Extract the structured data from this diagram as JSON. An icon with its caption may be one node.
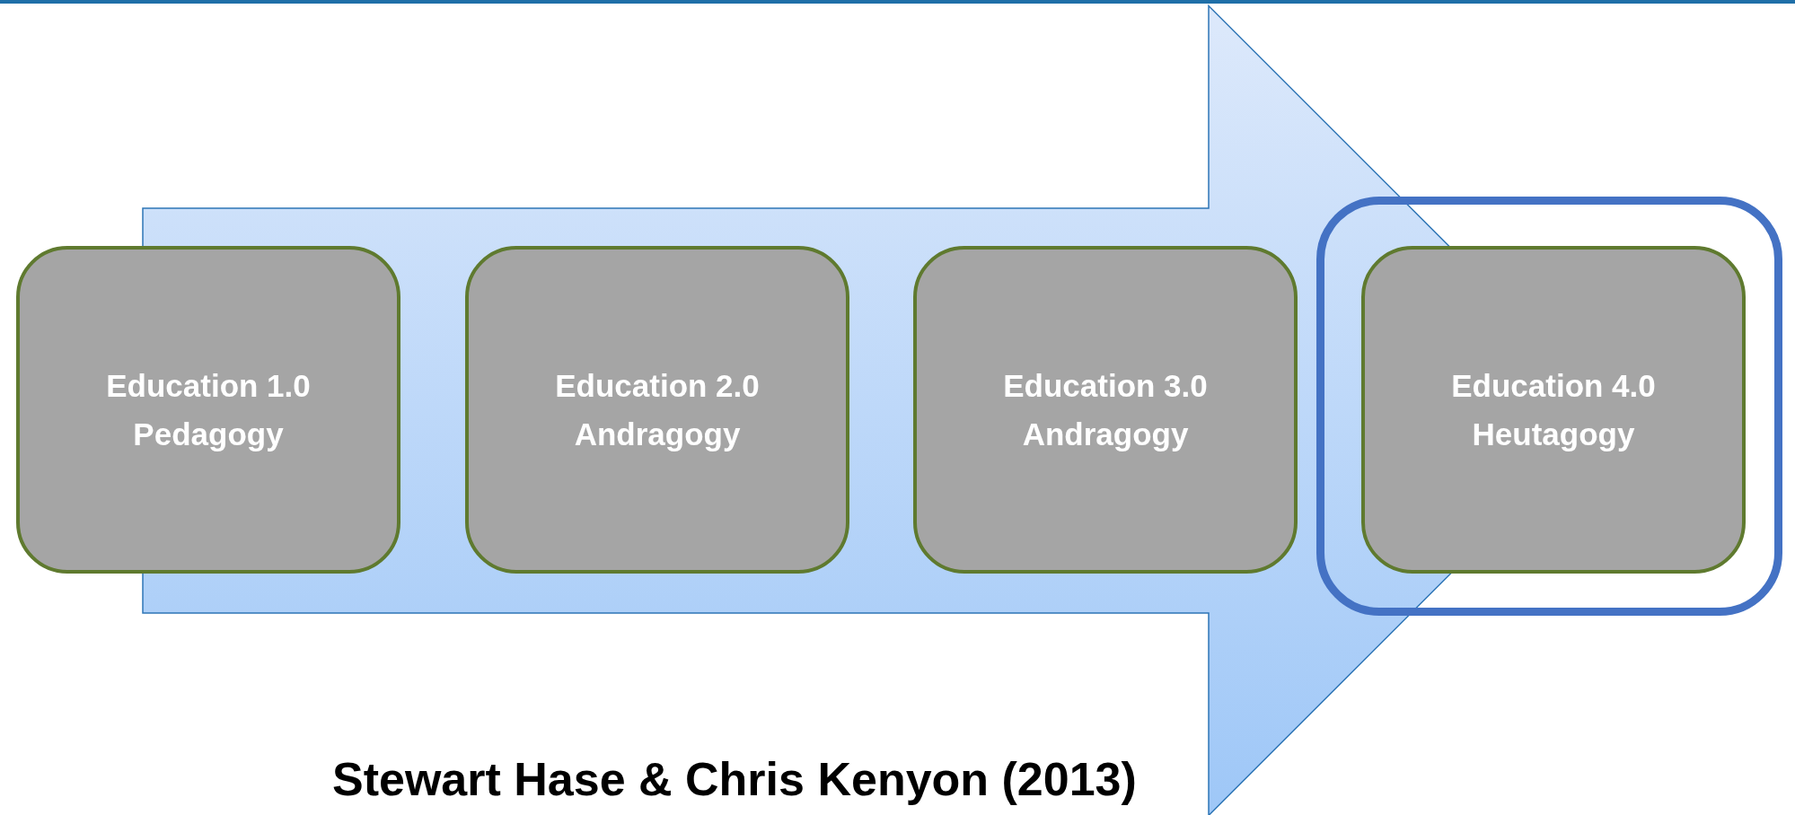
{
  "diagram": {
    "caption": "Stewart Hase & Chris Kenyon (2013)",
    "nodes": [
      {
        "text": [
          "Education 1.0",
          "Pedagogy"
        ]
      },
      {
        "text": [
          "Education 2.0",
          "Andragogy"
        ]
      },
      {
        "text": [
          "Education 3.0",
          "Andragogy"
        ]
      },
      {
        "text": [],
        "shape": "box"
      },
      {
        "text": [
          "Education 4.0",
          "Heutagogy"
        ],
        "in": 3
      }
    ],
    "edges": [
      {
        "from": 0,
        "to": 4,
        "arrow": "to"
      }
    ]
  }
}
